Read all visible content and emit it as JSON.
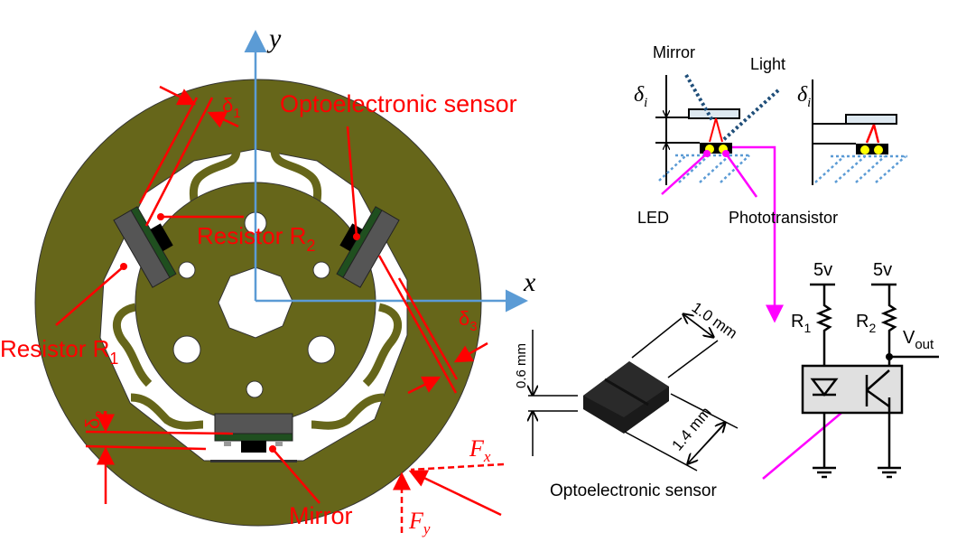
{
  "left": {
    "axis_y": "y",
    "axis_x": "x",
    "opto_label": "Optoelectronic sensor",
    "r2_label": {
      "main": "Resistor R",
      "sub": "2"
    },
    "r1_label": {
      "main": "Resistor R",
      "sub": "1"
    },
    "delta1": {
      "main": "δ",
      "sub": "1"
    },
    "delta2": {
      "main": "δ",
      "sub": "2"
    },
    "delta3": {
      "main": "δ",
      "sub": "3"
    },
    "mirror_label": "Mirror",
    "fx": {
      "main": "F",
      "sub": "x"
    },
    "fy": {
      "main": "F",
      "sub": "y"
    }
  },
  "principle": {
    "mirror": "Mirror",
    "light": "Light",
    "delta_left": {
      "main": "δ",
      "sub": "i"
    },
    "delta_right": {
      "main": "δ",
      "sub": "i"
    },
    "led": "LED",
    "phototransistor": "Phototransistor"
  },
  "circuit": {
    "v1": "5v",
    "v2": "5v",
    "r1": {
      "main": "R",
      "sub": "1"
    },
    "r2": {
      "main": "R",
      "sub": "2"
    },
    "vout": {
      "main": "V",
      "sub": "out"
    }
  },
  "sensor": {
    "dim_height": "0.6 mm",
    "dim_width": "1.0 mm",
    "dim_length": "1.4 mm",
    "caption": "Optoelectronic sensor"
  },
  "colors": {
    "olive": "#66661a",
    "red": "#ff0000",
    "axis": "#5b9bd5",
    "magenta": "#ff00ff"
  }
}
